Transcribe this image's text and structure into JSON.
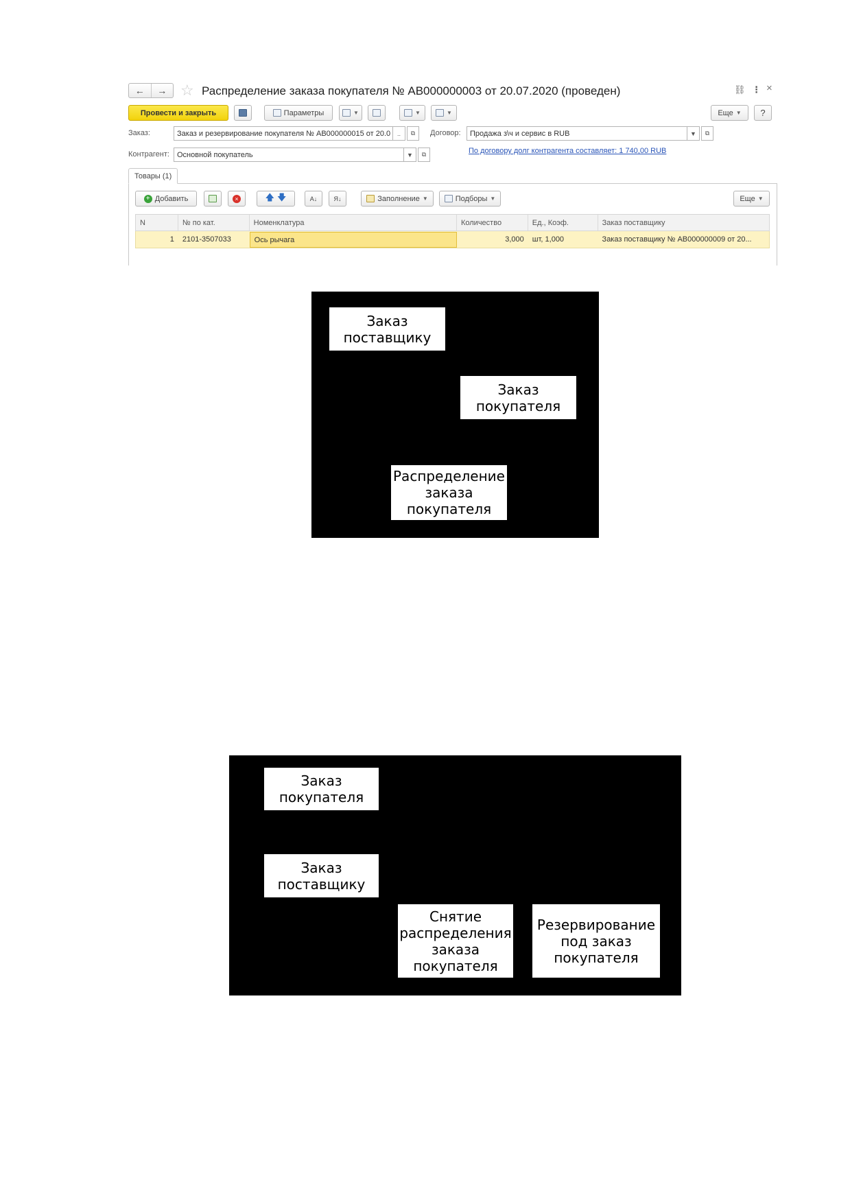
{
  "window": {
    "title": "Распределение заказа покупателя № АВ000000003 от 20.07.2020 (проведен)",
    "nav_back_icon": "←",
    "nav_forward_icon": "→",
    "header_link_icon": "⛓",
    "header_more_icon": "⋮",
    "header_close_icon": "×"
  },
  "toolbar": {
    "post_close_label": "Провести и закрыть",
    "params_label": "Параметры",
    "more_label": "Еще",
    "help_label": "?"
  },
  "form": {
    "order_label": "Заказ:",
    "order_value": "Заказ и резервирование покупателя № АВ000000015 от 20.0",
    "order_ellipsis": "..",
    "contract_label": "Договор:",
    "contract_value": "Продажа з\\ч и сервис в RUB",
    "contractor_label": "Контрагент:",
    "contractor_value": "Основной покупатель",
    "debt_link": "По договору долг контрагента составляет: 1 740,00 RUB"
  },
  "tab": {
    "goods_label": "Товары (1)"
  },
  "table_toolbar": {
    "add_label": "Добавить",
    "fill_label": "Заполнение",
    "pick_label": "Подборы",
    "more_label": "Еще"
  },
  "table": {
    "headers": [
      "N",
      "№ по кат.",
      "Номенклатура",
      "Количество",
      "Ед., Коэф.",
      "Заказ поставщику"
    ],
    "rows": [
      [
        "1",
        "2101-3507033",
        "Ось рычага",
        "3,000",
        "шт, 1,000",
        "Заказ поставщику № АВ000000009 от 20..."
      ]
    ]
  },
  "diagram1": {
    "box1": "Заказ поставщику",
    "box2": "Заказ покупателя",
    "box3": "Распределение заказа покупателя"
  },
  "diagram2": {
    "box1": "Заказ покупателя",
    "box2": "Заказ поставщику",
    "box3": "Снятие распределения заказа покупателя",
    "box4": "Резервирование под заказ покупателя"
  }
}
